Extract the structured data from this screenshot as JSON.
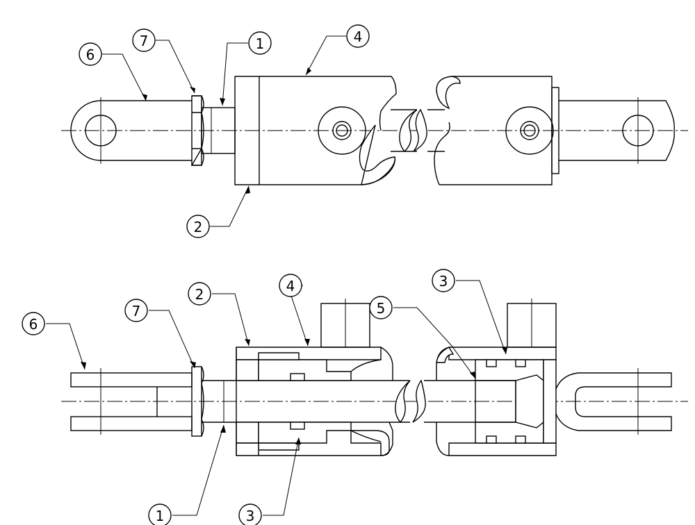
{
  "callouts": {
    "top": [
      {
        "id": "6",
        "label": "6"
      },
      {
        "id": "7",
        "label": "7"
      },
      {
        "id": "1",
        "label": "1"
      },
      {
        "id": "4",
        "label": "4"
      },
      {
        "id": "2",
        "label": "2"
      }
    ],
    "bottom": [
      {
        "id": "6",
        "label": "6"
      },
      {
        "id": "7",
        "label": "7"
      },
      {
        "id": "2",
        "label": "2"
      },
      {
        "id": "4",
        "label": "4"
      },
      {
        "id": "5",
        "label": "5"
      },
      {
        "id": "3a",
        "label": "3"
      },
      {
        "id": "1",
        "label": "1"
      },
      {
        "id": "3b",
        "label": "3"
      }
    ]
  }
}
